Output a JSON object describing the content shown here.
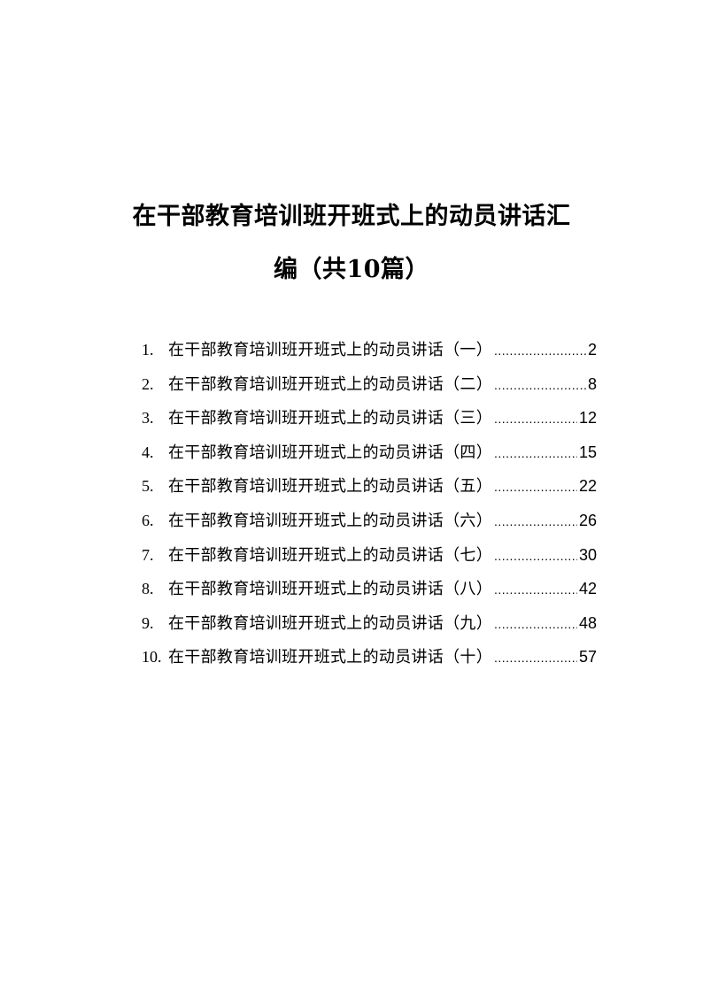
{
  "title": {
    "line1": "在干部教育培训班开班式上的动员讲话汇",
    "line2": "编（共10篇）"
  },
  "toc": [
    {
      "num": "1.",
      "text": "在干部教育培训班开班式上的动员讲话（一）",
      "page": "2"
    },
    {
      "num": "2.",
      "text": "在干部教育培训班开班式上的动员讲话（二）",
      "page": "8"
    },
    {
      "num": "3.",
      "text": "在干部教育培训班开班式上的动员讲话（三）",
      "page": "12"
    },
    {
      "num": "4.",
      "text": "在干部教育培训班开班式上的动员讲话（四）",
      "page": "15"
    },
    {
      "num": "5.",
      "text": "在干部教育培训班开班式上的动员讲话（五）",
      "page": "22"
    },
    {
      "num": "6.",
      "text": "在干部教育培训班开班式上的动员讲话（六）",
      "page": "26"
    },
    {
      "num": "7.",
      "text": "在干部教育培训班开班式上的动员讲话（七）",
      "page": "30"
    },
    {
      "num": "8.",
      "text": "在干部教育培训班开班式上的动员讲话（八）",
      "page": "42"
    },
    {
      "num": "9.",
      "text": "在干部教育培训班开班式上的动员讲话（九）",
      "page": "48"
    },
    {
      "num": "10.",
      "text": "在干部教育培训班开班式上的动员讲话（十）",
      "page": "57"
    }
  ]
}
